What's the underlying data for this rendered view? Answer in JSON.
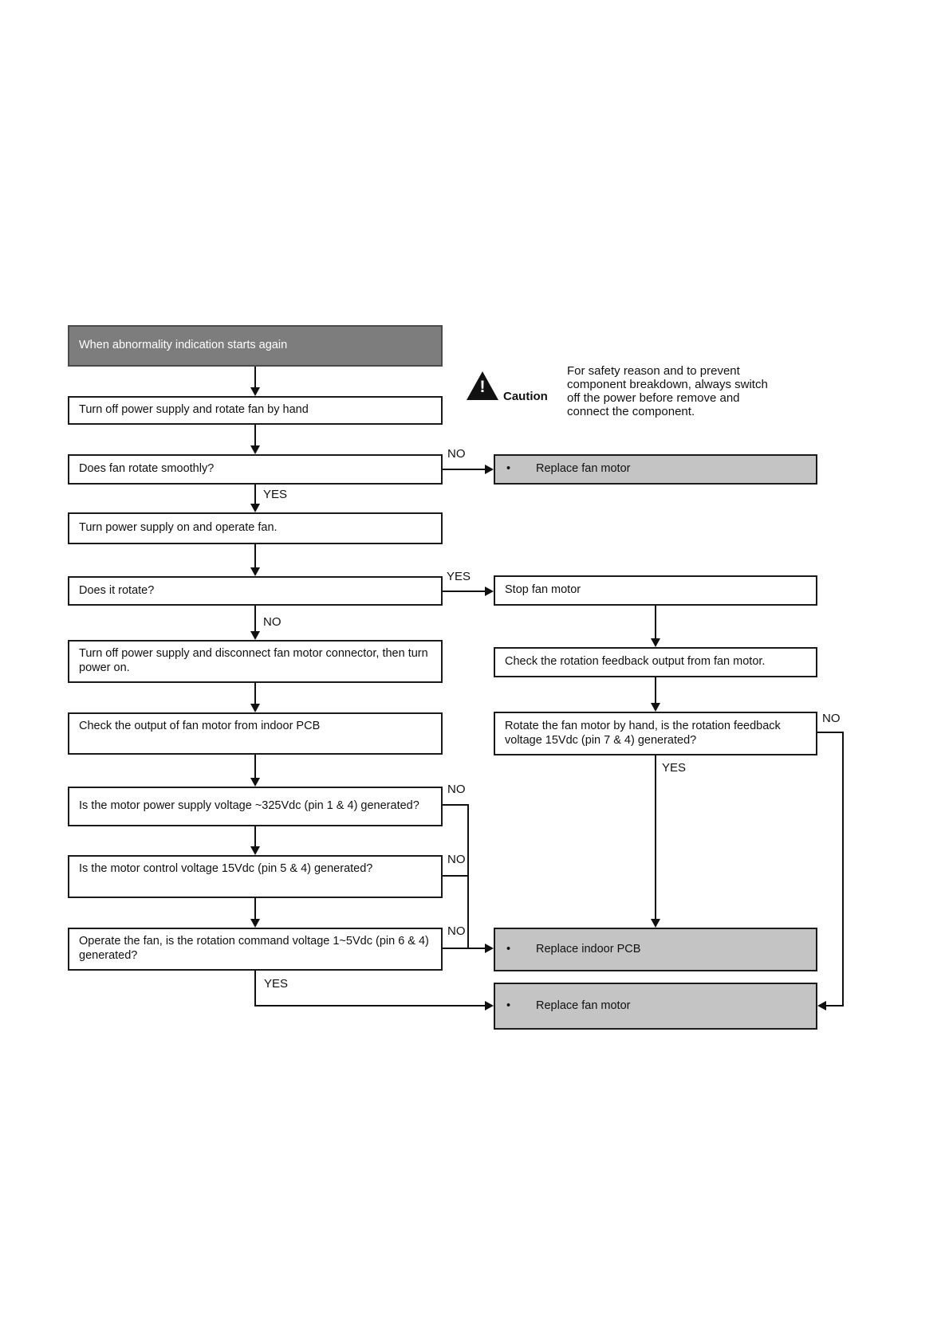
{
  "bullet": "•",
  "labels": {
    "yes": "YES",
    "no": "NO"
  },
  "caution": {
    "icon_glyph": "!",
    "label": "Caution",
    "text": "For safety reason and to prevent component breakdown, always switch off the power before remove and connect the component."
  },
  "nodes": {
    "start": {
      "text": "When abnormality indication starts again"
    },
    "rotate_by_hand": {
      "text": "Turn off power supply and rotate fan by hand"
    },
    "fan_smooth_q": {
      "text": "Does fan rotate smoothly?"
    },
    "replace_fan_motor_1": {
      "text": "Replace fan motor"
    },
    "power_on_operate": {
      "text": "Turn power supply on and operate fan."
    },
    "does_it_rotate_q": {
      "text": "Does it rotate?"
    },
    "stop_fan_motor": {
      "text": "Stop fan motor"
    },
    "disconnect_connector": {
      "text": "Turn off power supply and disconnect fan motor connector, then turn power on."
    },
    "check_feedback": {
      "text": "Check the rotation feedback output from fan motor."
    },
    "check_output_pcb": {
      "text": "Check the output of fan motor from indoor PCB"
    },
    "rotate_feedback_q": {
      "text": "Rotate the fan motor by hand, is the rotation feedback voltage 15Vdc (pin 7 & 4) generated?"
    },
    "power_voltage_q": {
      "text": "Is the motor power supply voltage ~325Vdc (pin 1 & 4) generated?"
    },
    "control_voltage_q": {
      "text": "Is the motor control voltage 15Vdc (pin 5 & 4) generated?"
    },
    "command_voltage_q": {
      "text": "Operate the fan, is the rotation command voltage 1~5Vdc (pin 6 & 4) generated?"
    },
    "replace_indoor_pcb": {
      "text": "Replace indoor PCB"
    },
    "replace_fan_motor_2": {
      "text": "Replace fan motor"
    }
  },
  "edges": [
    {
      "from": "start",
      "to": "rotate_by_hand",
      "label": ""
    },
    {
      "from": "rotate_by_hand",
      "to": "fan_smooth_q",
      "label": ""
    },
    {
      "from": "fan_smooth_q",
      "to": "replace_fan_motor_1",
      "label": "NO"
    },
    {
      "from": "fan_smooth_q",
      "to": "power_on_operate",
      "label": "YES"
    },
    {
      "from": "power_on_operate",
      "to": "does_it_rotate_q",
      "label": ""
    },
    {
      "from": "does_it_rotate_q",
      "to": "stop_fan_motor",
      "label": "YES"
    },
    {
      "from": "does_it_rotate_q",
      "to": "disconnect_connector",
      "label": "NO"
    },
    {
      "from": "disconnect_connector",
      "to": "check_output_pcb",
      "label": ""
    },
    {
      "from": "check_output_pcb",
      "to": "power_voltage_q",
      "label": ""
    },
    {
      "from": "power_voltage_q",
      "to": "control_voltage_q",
      "label": ""
    },
    {
      "from": "power_voltage_q",
      "to": "replace_indoor_pcb",
      "label": "NO"
    },
    {
      "from": "control_voltage_q",
      "to": "command_voltage_q",
      "label": ""
    },
    {
      "from": "control_voltage_q",
      "to": "replace_indoor_pcb",
      "label": "NO"
    },
    {
      "from": "command_voltage_q",
      "to": "replace_indoor_pcb",
      "label": "NO"
    },
    {
      "from": "command_voltage_q",
      "to": "replace_fan_motor_2",
      "label": "YES"
    },
    {
      "from": "stop_fan_motor",
      "to": "check_feedback",
      "label": ""
    },
    {
      "from": "check_feedback",
      "to": "rotate_feedback_q",
      "label": ""
    },
    {
      "from": "rotate_feedback_q",
      "to": "replace_indoor_pcb",
      "label": "YES"
    },
    {
      "from": "rotate_feedback_q",
      "to": "replace_fan_motor_2",
      "label": "NO"
    }
  ],
  "colors": {
    "box_border": "#1a1a1a",
    "dark_fill": "#7d7d7d",
    "gray_fill": "#c4c4c4",
    "line": "#111111",
    "text": "#111111",
    "dark_text": "#ffffff"
  }
}
